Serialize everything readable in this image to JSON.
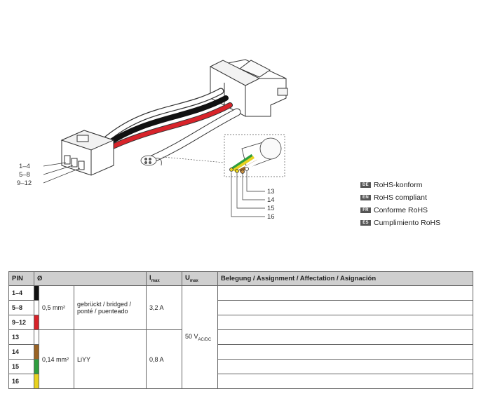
{
  "figure": {
    "connector_pins": [
      "1–4",
      "5–8",
      "9–12"
    ],
    "cable_pins": [
      "13",
      "14",
      "15",
      "16"
    ]
  },
  "rohs": [
    {
      "code": "DE",
      "text": "RoHS-konform"
    },
    {
      "code": "EN",
      "text": "RoHS compliant"
    },
    {
      "code": "FR",
      "text": "Conforme RoHS"
    },
    {
      "code": "ES",
      "text": "Cumplimiento RoHS"
    }
  ],
  "table": {
    "headers": {
      "pin": "PIN",
      "diameter": "Ø",
      "imax_main": "I",
      "imax_sub": "max",
      "umax_main": "U",
      "umax_sub": "max",
      "assignment": "Belegung / Assignment / Affectation / Asignación"
    },
    "group1": {
      "diameter": "0,5 mm²",
      "type": "gebrückt / bridged / ponté / puenteado",
      "imax": "3,2 A"
    },
    "group2": {
      "diameter": "0,14 mm²",
      "type": "LiYY",
      "imax": "0,8 A"
    },
    "umax_main": "50 V",
    "umax_sub": "AC/DC",
    "rows": [
      {
        "pin": "1–4",
        "color": "#111111"
      },
      {
        "pin": "5–8",
        "color": "#ffffff"
      },
      {
        "pin": "9–12",
        "color": "#d8232a"
      },
      {
        "pin": "13",
        "color": "#ffffff"
      },
      {
        "pin": "14",
        "color": "#9a6324"
      },
      {
        "pin": "15",
        "color": "#2e9e3e"
      },
      {
        "pin": "16",
        "color": "#e8d21f"
      }
    ]
  }
}
